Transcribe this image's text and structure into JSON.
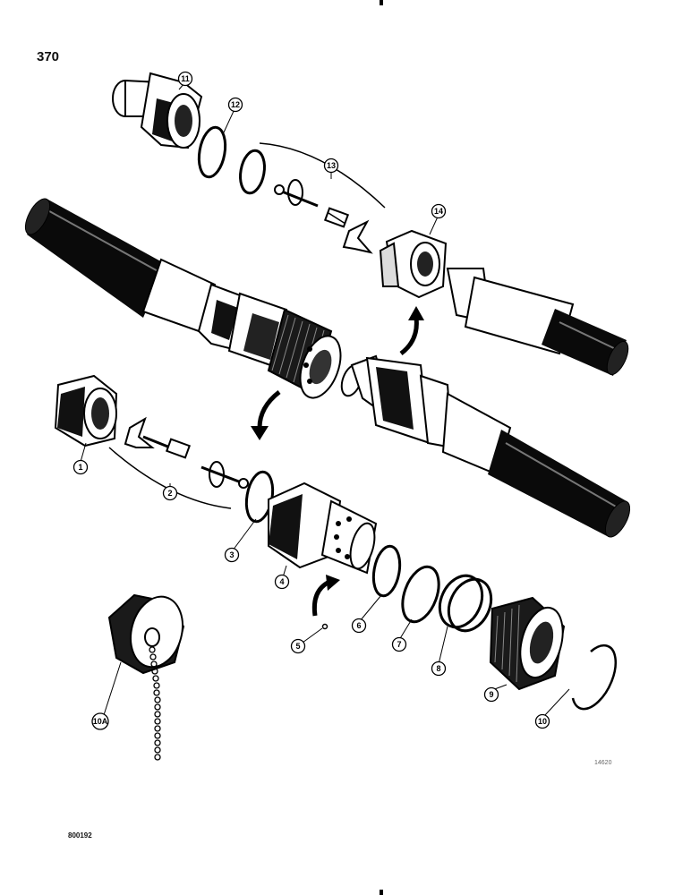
{
  "page": {
    "number": "370",
    "ref_code": "800192",
    "fig_code": "14620"
  },
  "callouts": [
    {
      "id": "c1",
      "label": "1"
    },
    {
      "id": "c2",
      "label": "2"
    },
    {
      "id": "c3",
      "label": "3"
    },
    {
      "id": "c4",
      "label": "4"
    },
    {
      "id": "c5",
      "label": "5"
    },
    {
      "id": "c6",
      "label": "6"
    },
    {
      "id": "c7",
      "label": "7"
    },
    {
      "id": "c8",
      "label": "8"
    },
    {
      "id": "c9",
      "label": "9"
    },
    {
      "id": "c10",
      "label": "10"
    },
    {
      "id": "c10a",
      "label": "10A"
    },
    {
      "id": "c11",
      "label": "11"
    },
    {
      "id": "c12",
      "label": "12"
    },
    {
      "id": "c13",
      "label": "13"
    },
    {
      "id": "c14",
      "label": "14"
    }
  ]
}
